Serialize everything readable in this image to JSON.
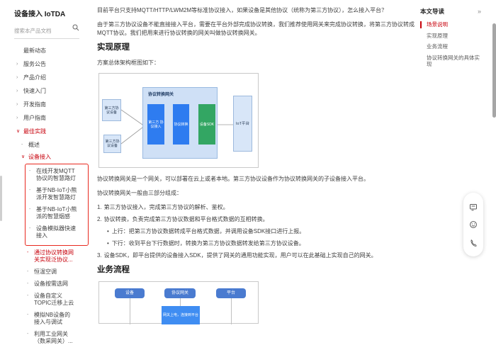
{
  "sidebar": {
    "title": "设备接入 IoTDA",
    "search_placeholder": "搜索本产品文档",
    "items": [
      {
        "caret": "",
        "label": "最新动态"
      },
      {
        "caret": "›",
        "label": "服务公告"
      },
      {
        "caret": "›",
        "label": "产品介绍"
      },
      {
        "caret": "›",
        "label": "快速入门"
      },
      {
        "caret": "›",
        "label": "开发指南"
      },
      {
        "caret": "›",
        "label": "用户指南"
      },
      {
        "caret": "∨",
        "label": "最佳实践"
      },
      {
        "caret": "-",
        "label": "概述"
      },
      {
        "caret": "∨",
        "label": "设备接入"
      },
      {
        "caret": "-",
        "label": "在线开发MQTT协议的智慧路灯"
      },
      {
        "caret": "-",
        "label": "基于NB-IoT小熊派开发智慧路灯"
      },
      {
        "caret": "-",
        "label": "基于NB-IoT小熊派的智慧烟感"
      },
      {
        "caret": "-",
        "label": "设备模拟器快速接入"
      },
      {
        "caret": "-",
        "label": "通过协议转换网关实现泛协议..."
      },
      {
        "caret": "-",
        "label": "恒温空调"
      },
      {
        "caret": "-",
        "label": "设备按需选网"
      },
      {
        "caret": "-",
        "label": "设备自定义TOPIC迁移上云"
      },
      {
        "caret": "-",
        "label": "模拟NB设备的接入与调试"
      },
      {
        "caret": "-",
        "label": "利用工业网关（数采网关）..."
      }
    ]
  },
  "content": {
    "intro1": "目前平台只支持MQTT/HTTP/LWM2M等标准协议接入，如果设备是其他协议（统称为第三方协议），怎么接入平台？",
    "intro2": "由于第三方协议设备不能直接接入平台，需要在平台外部完成协议转换，我们推荐使用网关来完成协议转换，将第三方协议转成MQTT协议。我们把用来进行协议转换的网关叫做协议转换网关。",
    "section1_title": "实现原理",
    "arch_caption": "方案总体架构框图如下：",
    "arch_p1": "协议转换网关是一个网关，可以部署在云上或者本地。第三方协议设备作为协议转换网关的子设备接入平台。",
    "arch_p2": "协议转换网关一般由三部分组成：",
    "list": [
      {
        "num": "1.",
        "text": "第三方协议接入，完成第三方协议的解析、鉴权。"
      },
      {
        "num": "2.",
        "text": "协议转换，负责完成第三方协议数据和平台格式数据的互相转换。"
      },
      {
        "num": "3.",
        "text": "设备SDK，即平台提供的设备接入SDK，提供了网关的通用功能实现，用户可以在此基础上实现自己的网关。"
      }
    ],
    "sub_bullets": [
      "上行：把第三方协议数据转成平台格式数据，并调用设备SDK接口进行上报。",
      "下行：收到平台下行数据时，转换为第三方协议数据转发给第三方协议设备。"
    ],
    "section2_title": "业务流程"
  },
  "architecture": {
    "gateway_title": "协议转换网关",
    "device_top": "第三方协议设备",
    "device_bottom": "第三方协议设备",
    "module1": "第三方 协议接入",
    "module2": "协议转换",
    "module3": "设备SDK",
    "platform": "IoT平台"
  },
  "flow": {
    "actor1": "设备",
    "actor2": "协议网关",
    "actor3": "平台",
    "step1": "网关上电，连接到平台"
  },
  "toc": {
    "title": "本文导读",
    "collapse": "»",
    "items": [
      {
        "label": "场景说明"
      },
      {
        "label": "实现原理"
      },
      {
        "label": "业务流程"
      },
      {
        "label": "协议转换网关的具体实现"
      }
    ]
  },
  "colors": {
    "accent_red": "#c7000b",
    "annotation_red": "#e8291f",
    "module_blue": "#2e7cf0",
    "module_green": "#33a663",
    "flow_blue": "#4a7bd0",
    "step_blue": "#3f8df2"
  }
}
